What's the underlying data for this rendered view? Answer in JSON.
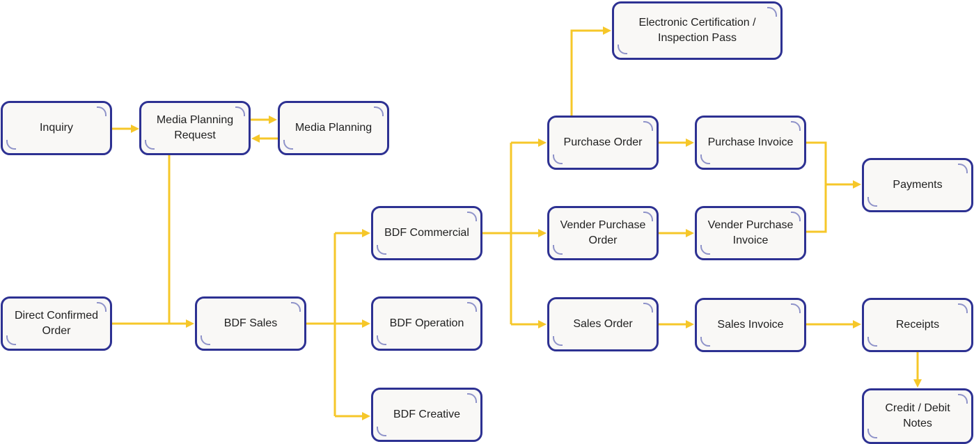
{
  "nodes": {
    "inquiry": "Inquiry",
    "media_planning_request": "Media Planning Request",
    "media_planning": "Media Planning",
    "direct_confirmed_order": "Direct Confirmed Order",
    "bdf_sales": "BDF Sales",
    "bdf_commercial": "BDF Commercial",
    "bdf_operation": "BDF Operation",
    "bdf_creative": "BDF Creative",
    "electronic_certification": "Electronic Certification / Inspection Pass",
    "purchase_order": "Purchase Order",
    "purchase_invoice": "Purchase Invoice",
    "vender_purchase_order": "Vender Purchase Order",
    "vender_purchase_invoice": "Vender Purchase Invoice",
    "payments": "Payments",
    "sales_order": "Sales Order",
    "sales_invoice": "Sales Invoice",
    "receipts": "Receipts",
    "credit_debit_notes": "Credit / Debit Notes"
  },
  "colors": {
    "connector": "#f6c729",
    "box_border": "#2d3192",
    "box_fill": "#f9f8f6",
    "corner_accent": "#8f93c9"
  }
}
